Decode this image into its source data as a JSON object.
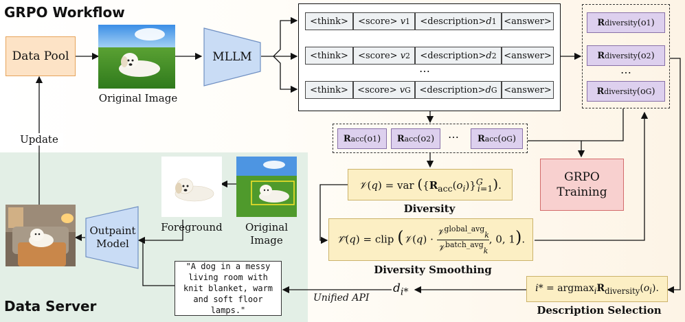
{
  "titles": {
    "workflow": "GRPO Workflow",
    "server": "Data Server"
  },
  "nodes": {
    "data_pool": "Data Pool",
    "original_image": "Original Image",
    "mllm": "MLLM",
    "update": "Update",
    "grpo_training": "GRPO Training",
    "outpaint_model": "Outpaint Model",
    "foreground": "Foreground",
    "original_image_2": "Original Image",
    "unified_api": "Unified API",
    "d_i_star": "d",
    "d_i_star_sub": "i*"
  },
  "outputs": {
    "tokens": {
      "think": "<think>",
      "score": "<score>",
      "description": "<description>",
      "answer": "<answer>"
    },
    "rows": [
      {
        "v": "v",
        "v_sub": "1",
        "d": "d",
        "d_sub": "1"
      },
      {
        "v": "v",
        "v_sub": "2",
        "d": "d",
        "d_sub": "2"
      },
      {
        "v": "v",
        "v_sub": "G",
        "d": "d",
        "d_sub": "G"
      }
    ],
    "ellipsis": "⋯"
  },
  "rewards": {
    "diversity": [
      {
        "R": "R",
        "sub": "diversity",
        "arg": "(o",
        "arg_sub": "1",
        "close": ")"
      },
      {
        "R": "R",
        "sub": "diversity",
        "arg": "(o",
        "arg_sub": "2",
        "close": ")"
      },
      {
        "R": "R",
        "sub": "diversity",
        "arg": "(o",
        "arg_sub": "G",
        "close": ")"
      }
    ],
    "acc": [
      {
        "R": "R",
        "sub": "acc",
        "arg": "(o",
        "arg_sub": "1",
        "close": ")"
      },
      {
        "R": "R",
        "sub": "acc",
        "arg": "(o",
        "arg_sub": "2",
        "close": ")"
      },
      {
        "R": "R",
        "sub": "acc",
        "arg": "(o",
        "arg_sub": "G",
        "close": ")"
      }
    ],
    "ellipsis": "⋯"
  },
  "formulas": {
    "diversity_label": "Diversity",
    "diversity_smoothing_label": "Diversity Smoothing",
    "description_selection_label": "Description Selection"
  },
  "quote": "\"A dog in a messy living room with knit blanket, warm and soft floor lamps.\"",
  "colors": {
    "data_pool": "#fde3c6",
    "mllm": "#c9dcf5",
    "grpo": "#f8d0cf",
    "purple": "#ddd0ee",
    "yellow": "#fcefc4",
    "server_bg": "#e3efe6"
  }
}
